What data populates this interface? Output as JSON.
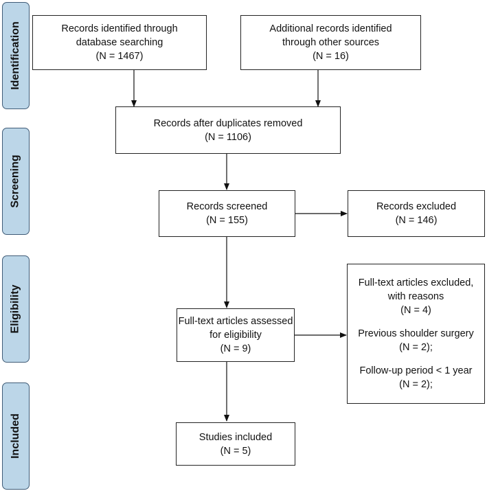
{
  "phases": {
    "identification": "Identification",
    "screening": "Screening",
    "eligibility": "Eligibility",
    "included": "Included"
  },
  "boxes": {
    "db_search": {
      "line1": "Records identified through",
      "line2": "database searching",
      "line3": "(N = 1467)"
    },
    "other_sources": {
      "line1": "Additional records identified",
      "line2": "through other sources",
      "line3": "(N = 16)"
    },
    "after_duplicates": {
      "line1": "Records after duplicates removed",
      "line2": "(N = 1106)"
    },
    "screened": {
      "line1": "Records screened",
      "line2": "(N = 155)"
    },
    "excluded": {
      "line1": "Records excluded",
      "line2": "(N = 146)"
    },
    "fulltext_assessed": {
      "line1": "Full-text articles assessed",
      "line2": "for eligibility",
      "line3": "(N = 9)"
    },
    "fulltext_excluded": {
      "line1": "Full-text articles excluded,",
      "line2": "with reasons",
      "line3": "(N = 4)",
      "reason1": "Previous shoulder surgery",
      "reason1_n": "(N = 2);",
      "reason2": "Follow-up period < 1 year",
      "reason2_n": "(N = 2);"
    },
    "included": {
      "line1": "Studies included",
      "line2": "(N = 5)"
    }
  }
}
